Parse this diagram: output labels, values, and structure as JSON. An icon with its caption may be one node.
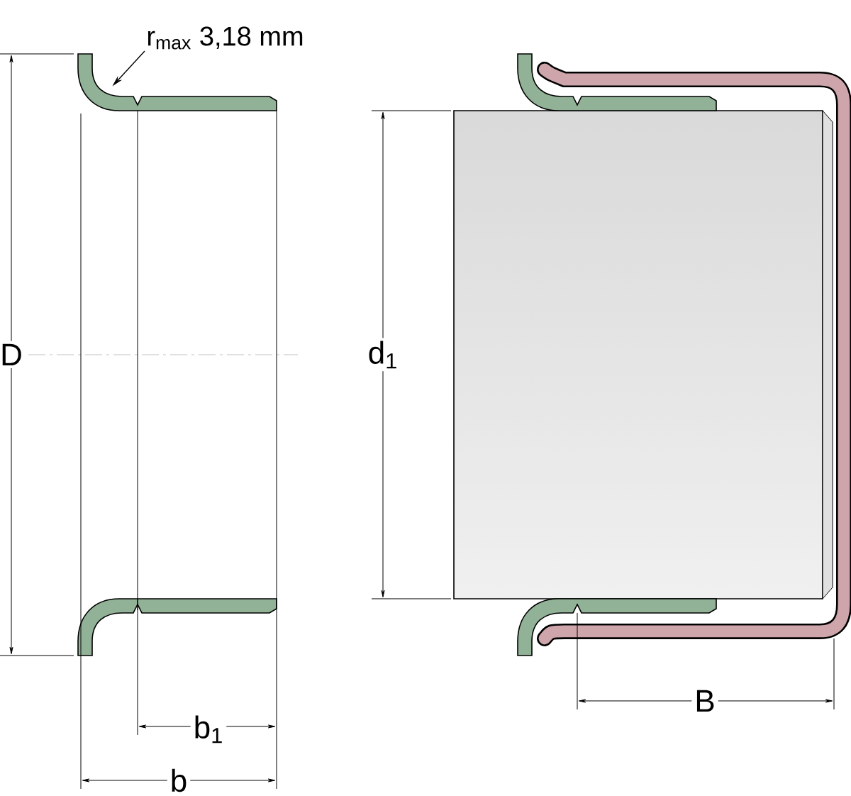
{
  "diagram": {
    "nodes": [
      {
        "text": [
          "r$_{max}$ 3,18 mm"
        ]
      },
      {
        "text": [],
        "shape": "picture"
      }
    ],
    "edges": [
      {
        "from": 0,
        "to": 1,
        "arrow": "to"
      }
    ],
    "labels": [
      "D",
      "d$_{1}$",
      "b$_{1}$",
      "b",
      "B"
    ]
  }
}
